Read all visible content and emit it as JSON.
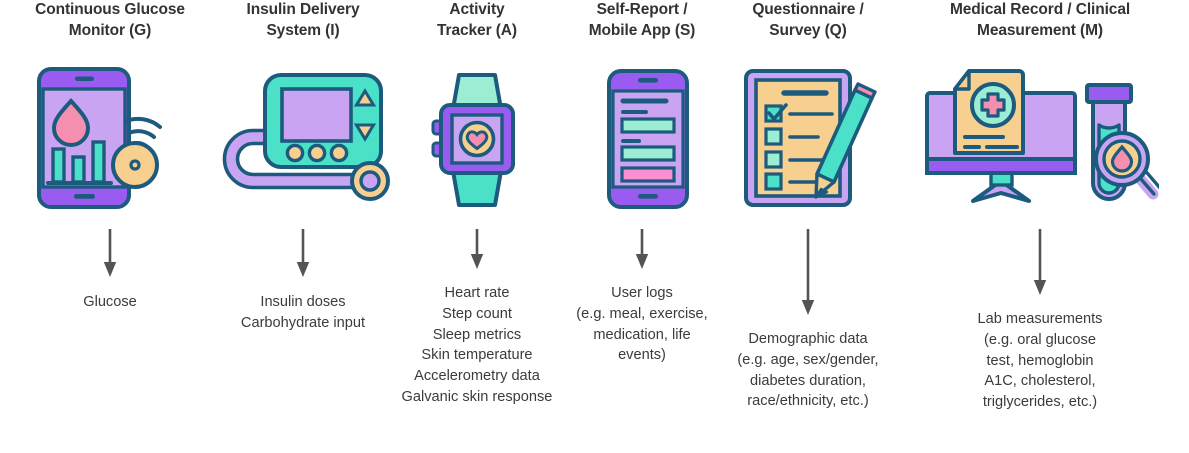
{
  "diagram": {
    "title_note": "Diabetes data-source overview",
    "background": "#ffffff",
    "arrow_color": "#545454",
    "title_color": "#333333",
    "caption_color": "#3b3b3b",
    "palette": {
      "stroke": "#1d5b7e",
      "purple": "#9a5cf0",
      "purple_light": "#c8a4f2",
      "purple_mid": "#b489ef",
      "teal": "#4be0c8",
      "teal_light": "#9bedd3",
      "tan": "#f7cf8e",
      "pink": "#f58fb0",
      "pink_bright": "#fb8ed0",
      "white": "#ffffff"
    }
  },
  "columns": [
    {
      "id": "G",
      "title": "Continuous Glucose\nMonitor (G)",
      "icon": "cgm-phone-sensor-icon",
      "arrow_length": 50,
      "caption": "Glucose"
    },
    {
      "id": "I",
      "title": "Insulin Delivery\nSystem (I)",
      "icon": "insulin-pump-icon",
      "arrow_length": 50,
      "caption": "Insulin doses\nCarbohydrate input"
    },
    {
      "id": "A",
      "title": "Activity\nTracker (A)",
      "icon": "activity-tracker-watch-icon",
      "arrow_length": 42,
      "caption": "Heart rate\nStep count\nSleep metrics\nSkin temperature\nAccelerometry data\nGalvanic skin response"
    },
    {
      "id": "S",
      "title": "Self-Report /\nMobile App (S)",
      "icon": "mobile-app-phone-icon",
      "arrow_length": 42,
      "caption": "User logs\n(e.g. meal, exercise,\nmedication, life\nevents)"
    },
    {
      "id": "Q",
      "title": "Questionnaire /\nSurvey (Q)",
      "icon": "questionnaire-clipboard-icon",
      "arrow_length": 88,
      "caption": "Demographic data\n(e.g. age, sex/gender,\ndiabetes duration,\nrace/ethnicity, etc.)"
    },
    {
      "id": "M",
      "title": "Medical Record / Clinical\nMeasurement (M)",
      "icon": "medical-record-lab-icon",
      "arrow_length": 68,
      "caption": "Lab measurements\n(e.g. oral glucose\ntest, hemoglobin\nA1C, cholesterol,\ntriglycerides, etc.)"
    }
  ]
}
